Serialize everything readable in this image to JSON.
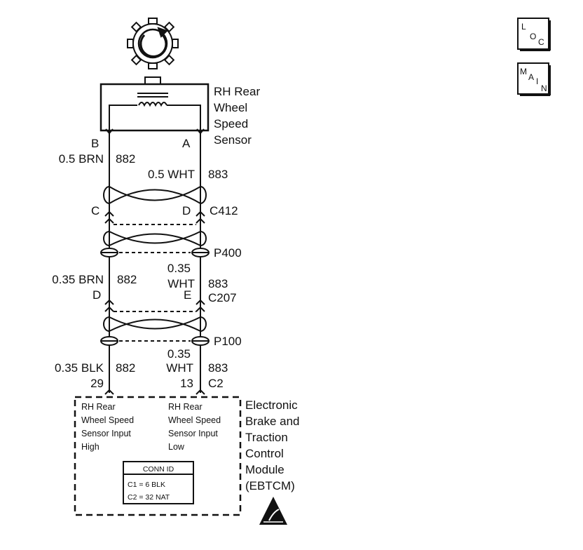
{
  "buttons": {
    "loc": [
      "L",
      "O",
      "C"
    ],
    "main": [
      "M",
      "A",
      "I",
      "N"
    ]
  },
  "sensor": {
    "name_lines": [
      "RH Rear",
      "Wheel",
      "Speed",
      "Sensor"
    ],
    "pin_left": "B",
    "pin_right": "A"
  },
  "wires": {
    "w1_left_label": "0.5 BRN",
    "w1_left_circuit": "882",
    "w1_right_label": "0.5 WHT",
    "w1_right_circuit": "883",
    "c412_left_pin": "C",
    "c412_right_pin": "D",
    "c412_name": "C412",
    "p400_name": "P400",
    "w2_left_label": "0.35 BRN",
    "w2_left_circuit": "882",
    "w2_right_label_a": "0.35",
    "w2_right_label_b": "WHT",
    "w2_right_circuit": "883",
    "c207_left_pin": "D",
    "c207_right_pin": "E",
    "c207_name": "C207",
    "p100_name": "P100",
    "w3_left_label": "0.35 BLK",
    "w3_left_circuit": "882",
    "w3_right_label_a": "0.35",
    "w3_right_label_b": "WHT",
    "w3_right_circuit": "883",
    "c2_left_pin": "29",
    "c2_right_pin": "13",
    "c2_name": "C2"
  },
  "module": {
    "left_input_lines": [
      "RH Rear",
      "Wheel Speed",
      "Sensor Input",
      "High"
    ],
    "right_input_lines": [
      "RH Rear",
      "Wheel Speed",
      "Sensor Input",
      "Low"
    ],
    "conn_id_title": "CONN ID",
    "conn_id_rows": [
      "C1 = 6 BLK",
      "C2 = 32 NAT"
    ],
    "name_lines": [
      "Electronic",
      "Brake and",
      "Traction",
      "Control",
      "Module",
      "(EBTCM)"
    ]
  }
}
